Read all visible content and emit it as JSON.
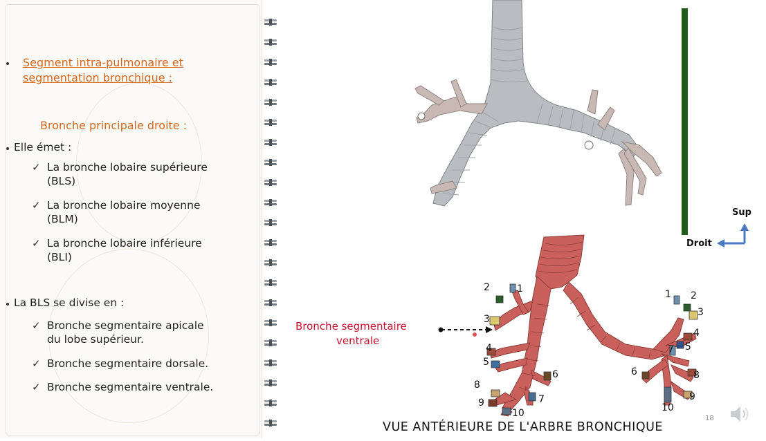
{
  "left": {
    "heading_line1": "Segment intra-pulmonaire et",
    "heading_line2": "segmentation bronchique :",
    "subheading": "Bronche principale droite :",
    "emit_intro": "Elle émet :",
    "emit_items": [
      {
        "line1": "La bronche lobaire supérieure",
        "line2": "(BLS)"
      },
      {
        "line1": "La bronche lobaire moyenne",
        "line2": "(BLM)"
      },
      {
        "line1": "La bronche lobaire inférieure",
        "line2": "(BLI)"
      }
    ],
    "divide_intro": "La BLS se divise en :",
    "divide_items": [
      {
        "line1": "Bronche segmentaire apicale",
        "line2": "du lobe supérieur."
      },
      {
        "line1": "Bronche segmentaire dorsale.",
        "line2": ""
      },
      {
        "line1": "Bronche segmentaire ventrale.",
        "line2": ""
      }
    ],
    "check_glyph": "✓"
  },
  "figure": {
    "annotation_line1": "Bronche segmentaire",
    "annotation_line2": "ventrale",
    "orientation_up": "Sup",
    "orientation_side": "Droit",
    "right_tree_numbers": [
      "1",
      "2",
      "3",
      "4",
      "5",
      "6",
      "7",
      "8",
      "9",
      "10"
    ],
    "left_tree_numbers": [
      "1",
      "2",
      "3",
      "4",
      "5",
      "6",
      "7",
      "8",
      "9",
      "10"
    ],
    "caption": "VUE ANTÉRIEURE DE L'ARBRE BRONCHIQUE"
  },
  "slide_number": "18",
  "colors": {
    "heading": "#d2691e",
    "annotation": "#c8102e",
    "bronchi_red": "#c9605c",
    "trachea_grey": "#b9bcc0",
    "divider_green": "#1f5b1a",
    "arrow_blue": "#4a78c2"
  },
  "icons": {
    "speaker": "speaker-icon",
    "spiral": "spiral-binding"
  }
}
